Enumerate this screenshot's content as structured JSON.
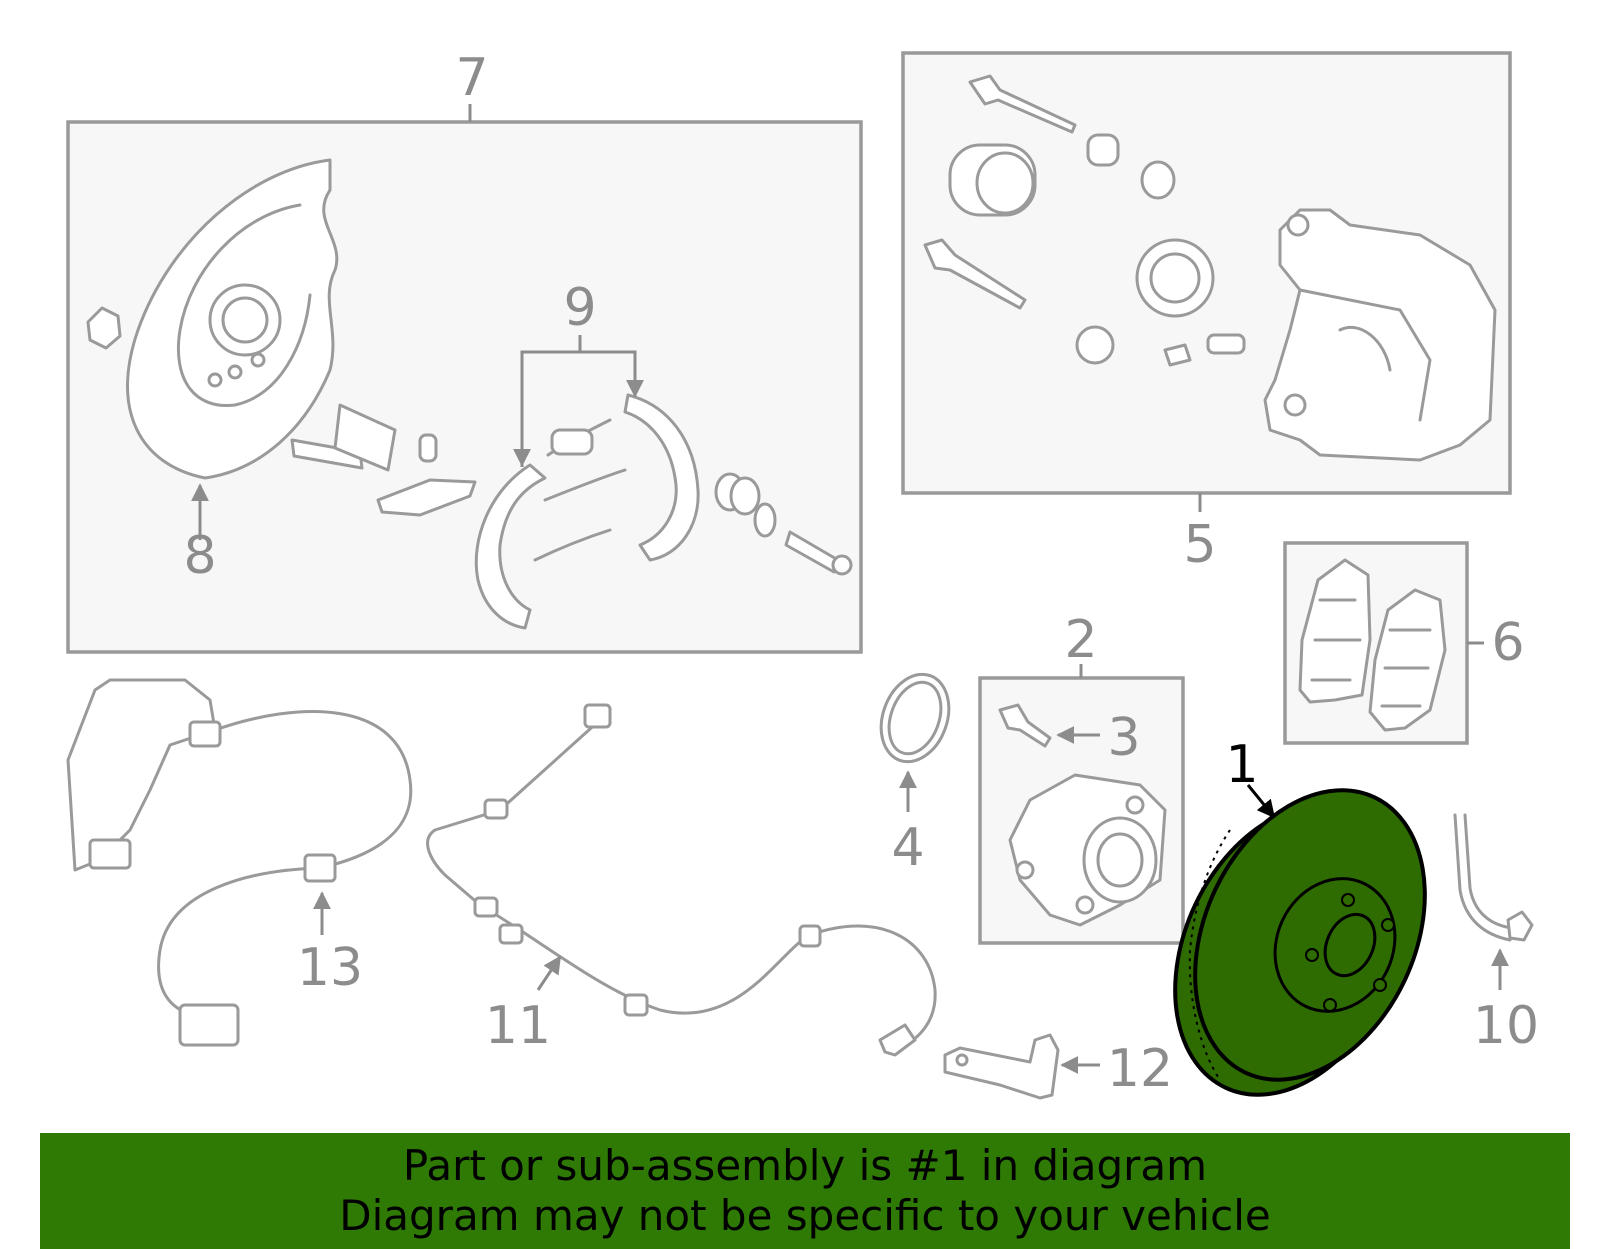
{
  "callouts": {
    "c1": "1",
    "c2": "2",
    "c3": "3",
    "c4": "4",
    "c5": "5",
    "c6": "6",
    "c7": "7",
    "c8": "8",
    "c9": "9",
    "c10": "10",
    "c11": "11",
    "c12": "12",
    "c13": "13"
  },
  "highlighted_part": "1",
  "colors": {
    "highlight": "#2e6b00",
    "banner": "#2e7a05",
    "box_fill": "#f7f7f7",
    "line": "#999999"
  },
  "banner": {
    "line1": "Part or sub-assembly is #1 in diagram",
    "line2": "Diagram may not be specific to your vehicle"
  }
}
